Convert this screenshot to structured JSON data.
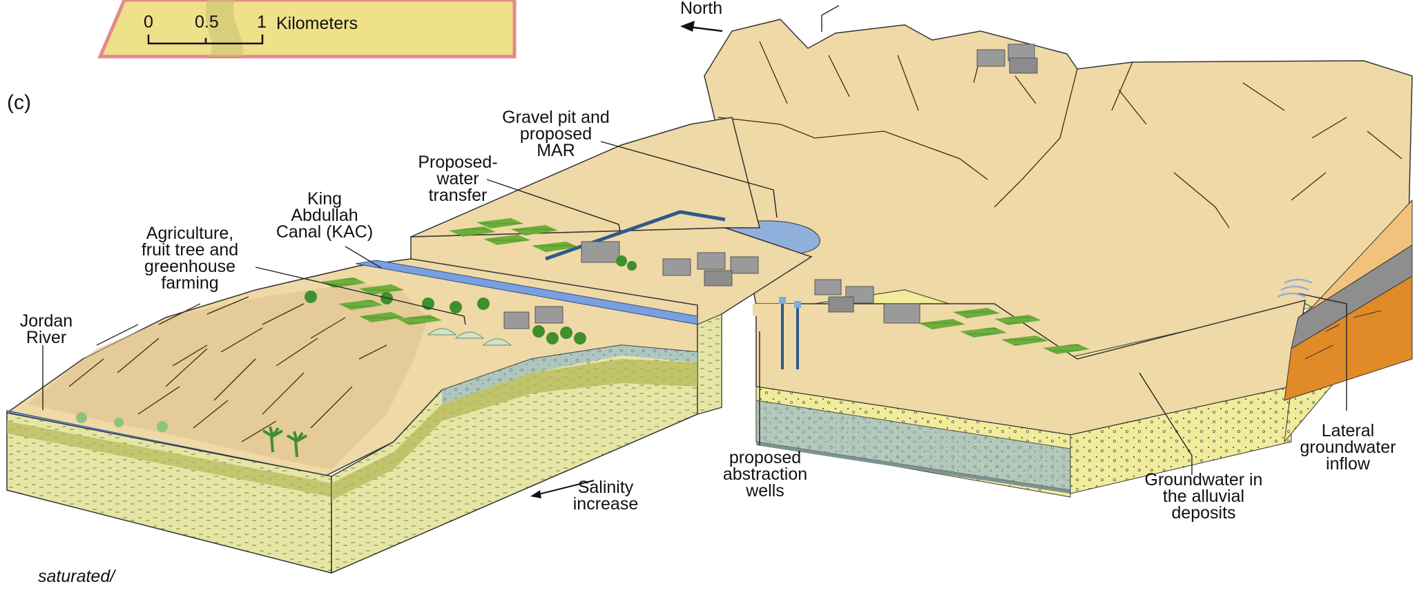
{
  "panel_label": "(c)",
  "compass": {
    "label": "North"
  },
  "scale_bar": {
    "ticks": [
      "0",
      "0.5",
      "1"
    ],
    "unit": "Kilometers"
  },
  "labels": {
    "gravel_pit": [
      "Gravel pit and",
      "proposed",
      "MAR"
    ],
    "water_transfer": [
      "Proposed-",
      "water",
      "transfer"
    ],
    "kac": [
      "King",
      "Abdullah",
      "Canal (KAC)"
    ],
    "agriculture": [
      "Agriculture,",
      "fruit tree and",
      "greenhouse",
      "farming"
    ],
    "jordan_river": [
      "Jordan",
      "River"
    ],
    "salinity": [
      "Salinity",
      "increase"
    ],
    "wells": [
      "proposed",
      "abstraction",
      "wells"
    ],
    "groundwater": [
      "Groundwater in",
      "the alluvial",
      "deposits"
    ],
    "lateral": [
      "Lateral",
      "groundwater",
      "inflow"
    ],
    "bottom_note": "saturated/"
  },
  "colors": {
    "terrain_top": "#efd9a6",
    "terrain_dark": "#dcc08a",
    "alluvium": "#f1ec9b",
    "aquifer": "#a9c3c2",
    "water": "#8fb0dc",
    "river": "#7a9fe0",
    "vegetation": "#6dae3c",
    "tree": "#3f8f2c",
    "building": "#9a9a9a",
    "marl": "#e6e6a4",
    "orange_layer": "#f2c27c",
    "deep_orange": "#e08a28",
    "grey_layer": "#8e8e8e"
  }
}
